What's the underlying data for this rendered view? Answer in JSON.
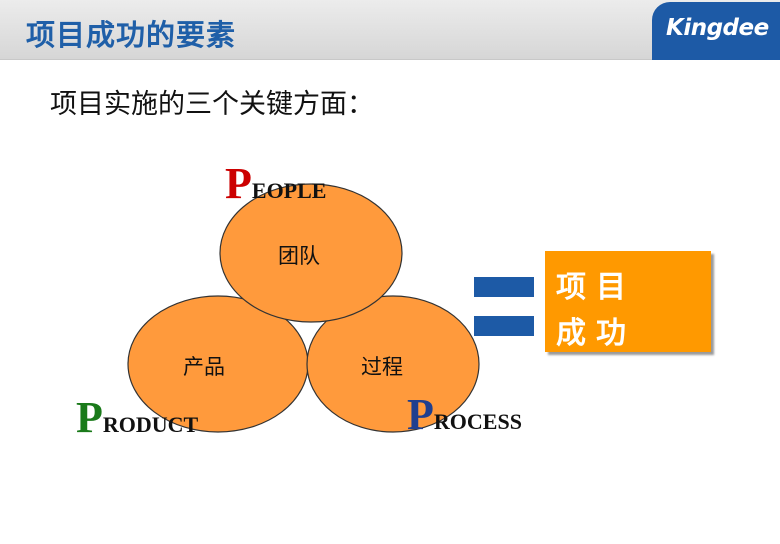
{
  "header": {
    "title": "项目成功的要素",
    "logo_text": "Kingdee"
  },
  "subtitle": "项目实施的三个关键方面：",
  "circles": {
    "people": {
      "label": "团队",
      "initial": "P",
      "rest": "EOPLE",
      "initial_color": "#cc0000"
    },
    "product": {
      "label": "产品",
      "initial": "P",
      "rest": "RODUCT",
      "initial_color": "#1a7a1a"
    },
    "process": {
      "label": "过程",
      "initial": "P",
      "rest": "ROCESS",
      "initial_color": "#1f3f8f"
    }
  },
  "result": {
    "line1": "项目",
    "line2": "成功"
  },
  "colors": {
    "circle_fill": "#ff9a3c",
    "result_fill": "#ff9900",
    "accent_blue": "#1d5aa6"
  }
}
